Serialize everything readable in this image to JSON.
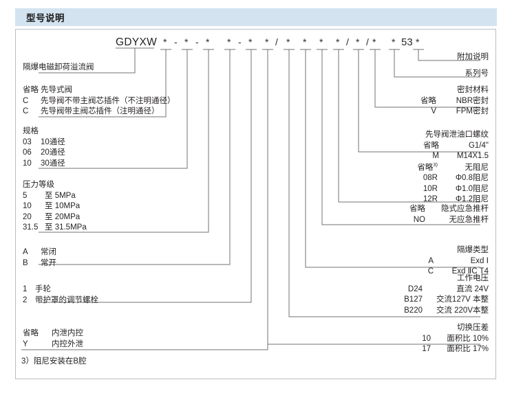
{
  "header": {
    "title": "型号说明"
  },
  "code": {
    "prefix": "GDYXW",
    "tokens": [
      "*",
      "-",
      "*",
      "-",
      "*",
      "*",
      "-",
      "*",
      "*",
      "/",
      "*",
      "*",
      "*",
      "*",
      "/",
      "*",
      "/",
      "*",
      "*",
      "53",
      "*"
    ]
  },
  "left_labels": [
    {
      "name": "product-name",
      "lines": [
        {
          "text": "隔爆电磁卸荷溢流阀"
        }
      ]
    },
    {
      "name": "pilot-type",
      "lines": [
        {
          "code": "省略",
          "text": "先导式阀"
        },
        {
          "code": "C",
          "text": "先导阀不带主阀芯插件（不注明通径）"
        },
        {
          "code": "C",
          "text": "先导阀带主阀芯插件（注明通径）"
        }
      ]
    },
    {
      "name": "size-spec",
      "lines": [
        {
          "code": "",
          "text": "规格"
        },
        {
          "code": "03",
          "text": "10通径"
        },
        {
          "code": "06",
          "text": "20通径"
        },
        {
          "code": "10",
          "text": "30通径"
        }
      ]
    },
    {
      "name": "pressure-rating",
      "lines": [
        {
          "code": "",
          "text": "压力等级"
        },
        {
          "code": "5",
          "text": "至  5MPa"
        },
        {
          "code": "10",
          "text": "至 10MPa"
        },
        {
          "code": "20",
          "text": "至 20MPa"
        },
        {
          "code": "31.5",
          "text": "至 31.5MPa"
        }
      ]
    },
    {
      "name": "normal-state",
      "lines": [
        {
          "code": "A",
          "text": "常闭"
        },
        {
          "code": "B",
          "text": "常开"
        }
      ]
    },
    {
      "name": "adjust-type",
      "lines": [
        {
          "code": "1",
          "text": "手轮"
        },
        {
          "code": "2",
          "text": "带护罩的调节螺栓"
        }
      ]
    },
    {
      "name": "drain-control",
      "lines": [
        {
          "code": "省略",
          "text": "内泄内控"
        },
        {
          "code": "Y",
          "text": "内控外泄"
        }
      ]
    }
  ],
  "right_labels": [
    {
      "name": "additional-note",
      "lines": [
        {
          "code": "",
          "text": "附加说明"
        }
      ]
    },
    {
      "name": "series-number",
      "lines": [
        {
          "code": "",
          "text": "系列号"
        }
      ]
    },
    {
      "name": "seal-material",
      "lines": [
        {
          "code": "",
          "text": "密封材料"
        },
        {
          "code": "省略",
          "text": "NBR密封"
        },
        {
          "code": "V",
          "text": "FPM密封"
        }
      ]
    },
    {
      "name": "pilot-drain-thread",
      "lines": [
        {
          "code": "",
          "text": "先导阀泄油口螺纹"
        },
        {
          "code": "省略",
          "text": "G1/4\""
        },
        {
          "code": "M",
          "text": "M14X1.5"
        }
      ]
    },
    {
      "name": "damping",
      "lines": [
        {
          "code": "省略",
          "sup": "3)",
          "text": "无阻尼"
        },
        {
          "code": "08R",
          "text": "Φ0.8阻尼"
        },
        {
          "code": "10R",
          "text": "Φ1.0阻尼"
        },
        {
          "code": "12R",
          "text": "Φ1.2阻尼"
        }
      ]
    },
    {
      "name": "emergency-rod",
      "lines": [
        {
          "code": "省略",
          "text": "隐式应急推杆"
        },
        {
          "code": "NO",
          "text": "无应急推杆"
        }
      ]
    },
    {
      "name": "explosion-proof-type",
      "lines": [
        {
          "code": "",
          "text": "隔爆类型"
        },
        {
          "code": "A",
          "text": "Exd Ⅰ"
        },
        {
          "code": "C",
          "text": "Exd ⅡC T4"
        }
      ]
    },
    {
      "name": "working-voltage",
      "lines": [
        {
          "code": "",
          "text": "工作电压"
        },
        {
          "code": "D24",
          "text": "直流 24V"
        },
        {
          "code": "B127",
          "text": "交流127V 本整"
        },
        {
          "code": "B220",
          "text": "交流 220V本整"
        }
      ]
    },
    {
      "name": "switch-pressure-diff",
      "lines": [
        {
          "code": "",
          "text": "切换压差"
        },
        {
          "code": "10",
          "text": "面积比  10%"
        },
        {
          "code": "17",
          "text": "面积比  17%"
        }
      ]
    }
  ],
  "footnote": {
    "text": "3）阻尼安装在B腔"
  },
  "colors": {
    "header_bg": "#d3e3f0",
    "frame_border": "#b9bfc4",
    "line": "#6e7276",
    "text": "#231f20"
  }
}
